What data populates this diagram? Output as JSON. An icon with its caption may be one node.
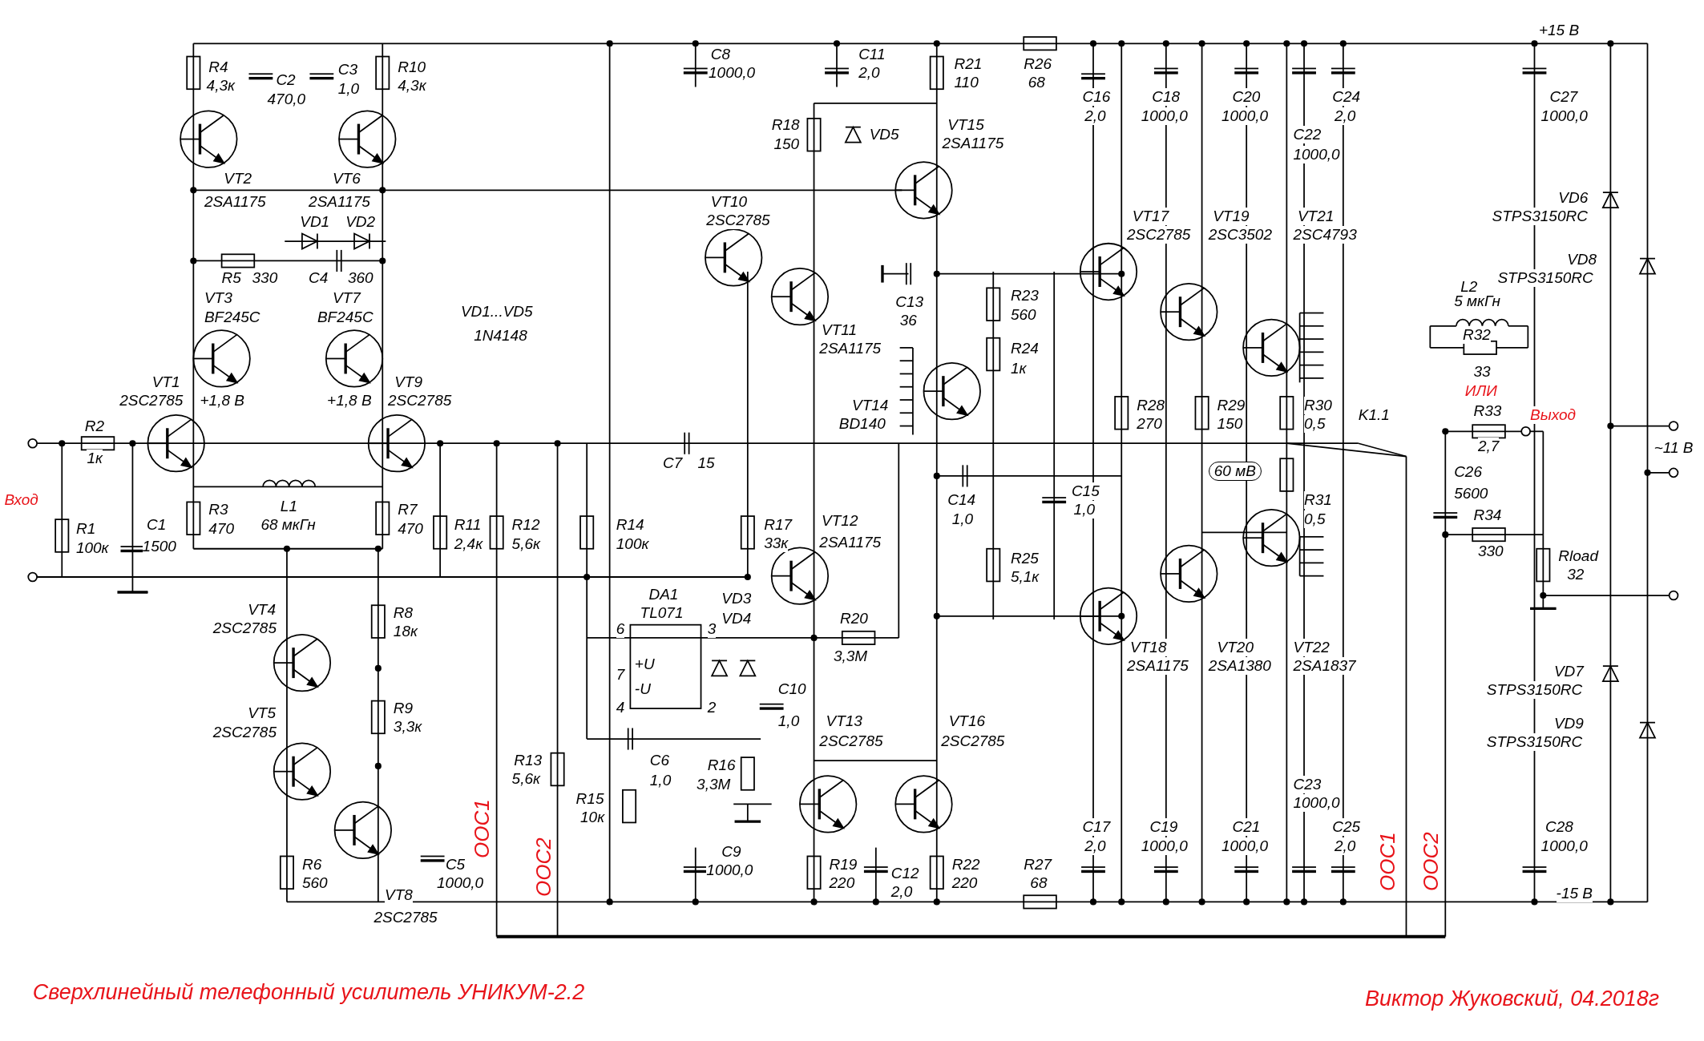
{
  "diagram": {
    "caption": "Сверхлинейный телефонный усилитель УНИКУМ-2.2",
    "labels": [
      "R4",
      "4,3к",
      "C2",
      "470,0",
      "C3",
      "1,0",
      "R10",
      "4,3к",
      "VT2",
      "2SA1175",
      "VT6",
      "2SA1175",
      "VD1",
      "VD2",
      "R5",
      "330",
      "C4",
      "360",
      "VT3",
      "BF245C",
      "VT7",
      "BF245C",
      "VD1...VD5",
      "1N4148",
      "VT1",
      "2SC2785",
      "+1,8 В",
      "+1,8 В",
      "VT9",
      "2SC2785",
      "R2",
      "1к",
      "Вход",
      "R1",
      "100к",
      "C1",
      "1500",
      "R3",
      "470",
      "L1",
      "68 мкГн",
      "R7",
      "470",
      "R11",
      "2,4к",
      "R12",
      "5,6к",
      "R14",
      "100к",
      "VT4",
      "2SC2785",
      "R8",
      "18к",
      "VT5",
      "2SC2785",
      "R9",
      "3,3к",
      "R6",
      "560",
      "C5",
      "1000,0",
      "VT8",
      "2SC2785",
      "ООС1",
      "ООС2",
      "R13",
      "5,6к",
      "R15",
      "10к",
      "DA1",
      "TL071",
      "6",
      "3",
      "+U",
      "7",
      "-U",
      "4",
      "2",
      "VD3",
      "VD4",
      "R20",
      "3,3М",
      "C10",
      "1,0",
      "C6",
      "1,0",
      "R16",
      "3,3М",
      "VT13",
      "2SC2785",
      "VT16",
      "2SC2785",
      "C9",
      "1000,0",
      "R19",
      "220",
      "C12",
      "2,0",
      "R22",
      "220",
      "R27",
      "68",
      "C8",
      "1000,0",
      "C11",
      "2,0",
      "R21",
      "110",
      "R26",
      "68",
      "R18",
      "150",
      "VD5",
      "VT15",
      "2SA1175",
      "VT10",
      "2SC2785",
      "VT11",
      "2SA1175",
      "C13",
      "36",
      "VT14",
      "BD140",
      "C7",
      "15",
      "R17",
      "33к",
      "VT12",
      "2SA1175",
      "R23",
      "560",
      "R24",
      "1к",
      "C14",
      "1,0",
      "R25",
      "5,1к",
      "C15",
      "1,0",
      "C16",
      "2,0",
      "C18",
      "1000,0",
      "C20",
      "1000,0",
      "C22",
      "1000,0",
      "C24",
      "2,0",
      "+15 В",
      "C27",
      "1000,0",
      "VT17",
      "2SC2785",
      "VT19",
      "2SC3502",
      "VT21",
      "2SC4793",
      "R28",
      "270",
      "R29",
      "150",
      "R30",
      "0,5",
      "60 мВ",
      "R31",
      "0,5",
      "VT18",
      "2SA1175",
      "VT20",
      "2SA1380",
      "VT22",
      "2SA1837",
      "C17",
      "2,0",
      "C19",
      "1000,0",
      "C21",
      "1000,0",
      "C23",
      "1000,0",
      "C25",
      "2,0",
      "C28",
      "1000,0",
      "-15 В",
      "ООС1",
      "ООС2",
      "K1.1",
      "VD6",
      "STPS3150RC",
      "VD8",
      "STPS3150RC",
      "L2",
      "5 мкГн",
      "R32",
      "33",
      "ИЛИ",
      "R33",
      "2,7",
      "Выход",
      "C26",
      "5600",
      "R34",
      "330",
      "Rload",
      "32",
      "~11 В",
      "VD7",
      "STPS3150RC",
      "VD9",
      "STPS3150RC",
      "Виктор Жуковский, 04.2018г"
    ]
  }
}
